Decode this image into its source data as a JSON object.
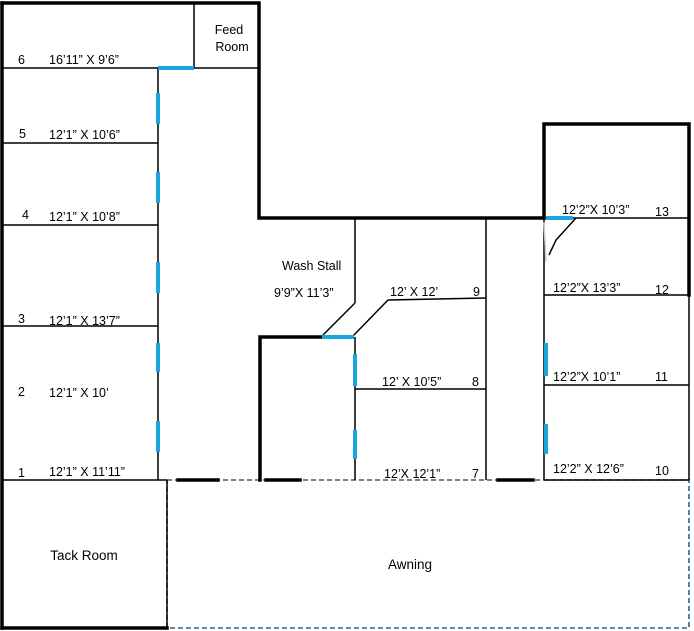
{
  "plan": {
    "rooms": [
      {
        "id": "stall-6",
        "number": "6",
        "size": "16’11” X 9’6”"
      },
      {
        "id": "stall-5",
        "number": "5",
        "size": "12’1” X 10’6”"
      },
      {
        "id": "stall-4",
        "number": "4",
        "size": "12’1” X 10’8”"
      },
      {
        "id": "stall-3",
        "number": "3",
        "size": "12’1” X 13’7”"
      },
      {
        "id": "stall-2",
        "number": "2",
        "size": "12’1” X 10’"
      },
      {
        "id": "stall-1",
        "number": "1",
        "size": "12’1” X 11’11”"
      },
      {
        "id": "stall-7",
        "number": "7",
        "size": "12’X 12’1”"
      },
      {
        "id": "stall-8",
        "number": "8",
        "size": "12’ X 10’5”"
      },
      {
        "id": "stall-9",
        "number": "9",
        "size": "12’ X 12’"
      },
      {
        "id": "stall-10",
        "number": "10",
        "size": "12’2” X 12’6”"
      },
      {
        "id": "stall-11",
        "number": "11",
        "size": "12’2”X 10’1”"
      },
      {
        "id": "stall-12",
        "number": "12",
        "size": "12’2”X 13’3”"
      },
      {
        "id": "stall-13",
        "number": "13",
        "size": "12’2”X 10’3”"
      }
    ],
    "areas": {
      "feed_room_line1": "Feed",
      "feed_room_line2": "Room",
      "wash_stall_name": "Wash Stall",
      "wash_stall_size": "9’9”X 11’3”",
      "tack_room": "Tack Room",
      "awning": "Awning"
    },
    "colors": {
      "walls": "#000000",
      "doors": "#1aa7e0",
      "awning_outline": "#2e5f8a"
    }
  }
}
